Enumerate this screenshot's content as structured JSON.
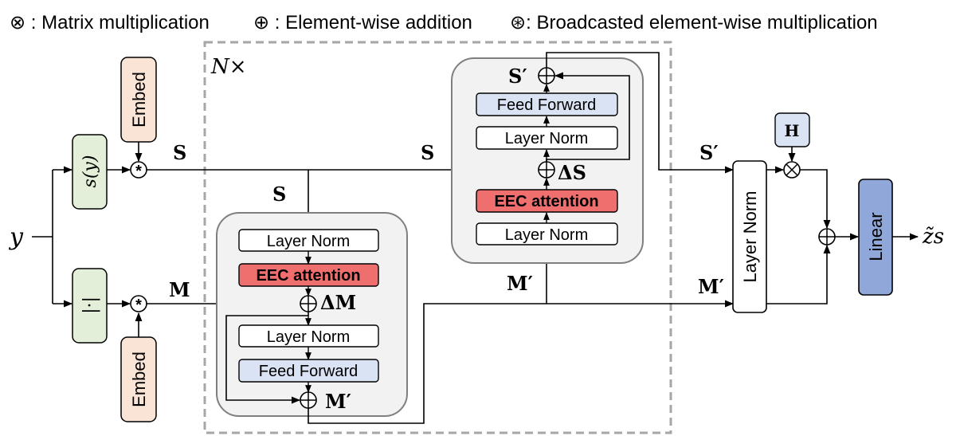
{
  "legend": {
    "matmul": "⊗ : Matrix multiplication",
    "add": "⊕ : Element-wise addition",
    "bcast": "⊛: Broadcasted element-wise multiplication"
  },
  "repeat_label": "N×",
  "input": {
    "y": "y"
  },
  "output": {
    "z": "z̃s"
  },
  "left": {
    "sy": "s(y)",
    "abs": "|·|",
    "embed_top": "Embed",
    "embed_bottom": "Embed"
  },
  "blockM": {
    "ln1": "Layer Norm",
    "att": "EEC attention",
    "ln2": "Layer Norm",
    "ff": "Feed Forward"
  },
  "blockS": {
    "ff": "Feed Forward",
    "ln1": "Layer Norm",
    "att": "EEC attention",
    "ln2": "Layer Norm"
  },
  "right": {
    "layernorm": "Layer Norm",
    "H": "H",
    "linear": "Linear"
  },
  "labels": {
    "S1": "S",
    "M1": "M",
    "S2": "S",
    "S3": "S",
    "dM": "ΔM",
    "Mp1": "M′",
    "Mp2": "M′",
    "dS": "ΔS",
    "Sp1": "S′",
    "Sp2": "S′",
    "Mp3": "M′"
  },
  "colors": {
    "embed_fill": "#f9e4d6",
    "green_fill": "#e3efd9",
    "blue_light": "#dae3f3",
    "red_fill": "#ef6e6e",
    "linear_fill": "#8fa8d9",
    "block_fill": "#f2f2f2",
    "dash": "#a6a6a6"
  }
}
